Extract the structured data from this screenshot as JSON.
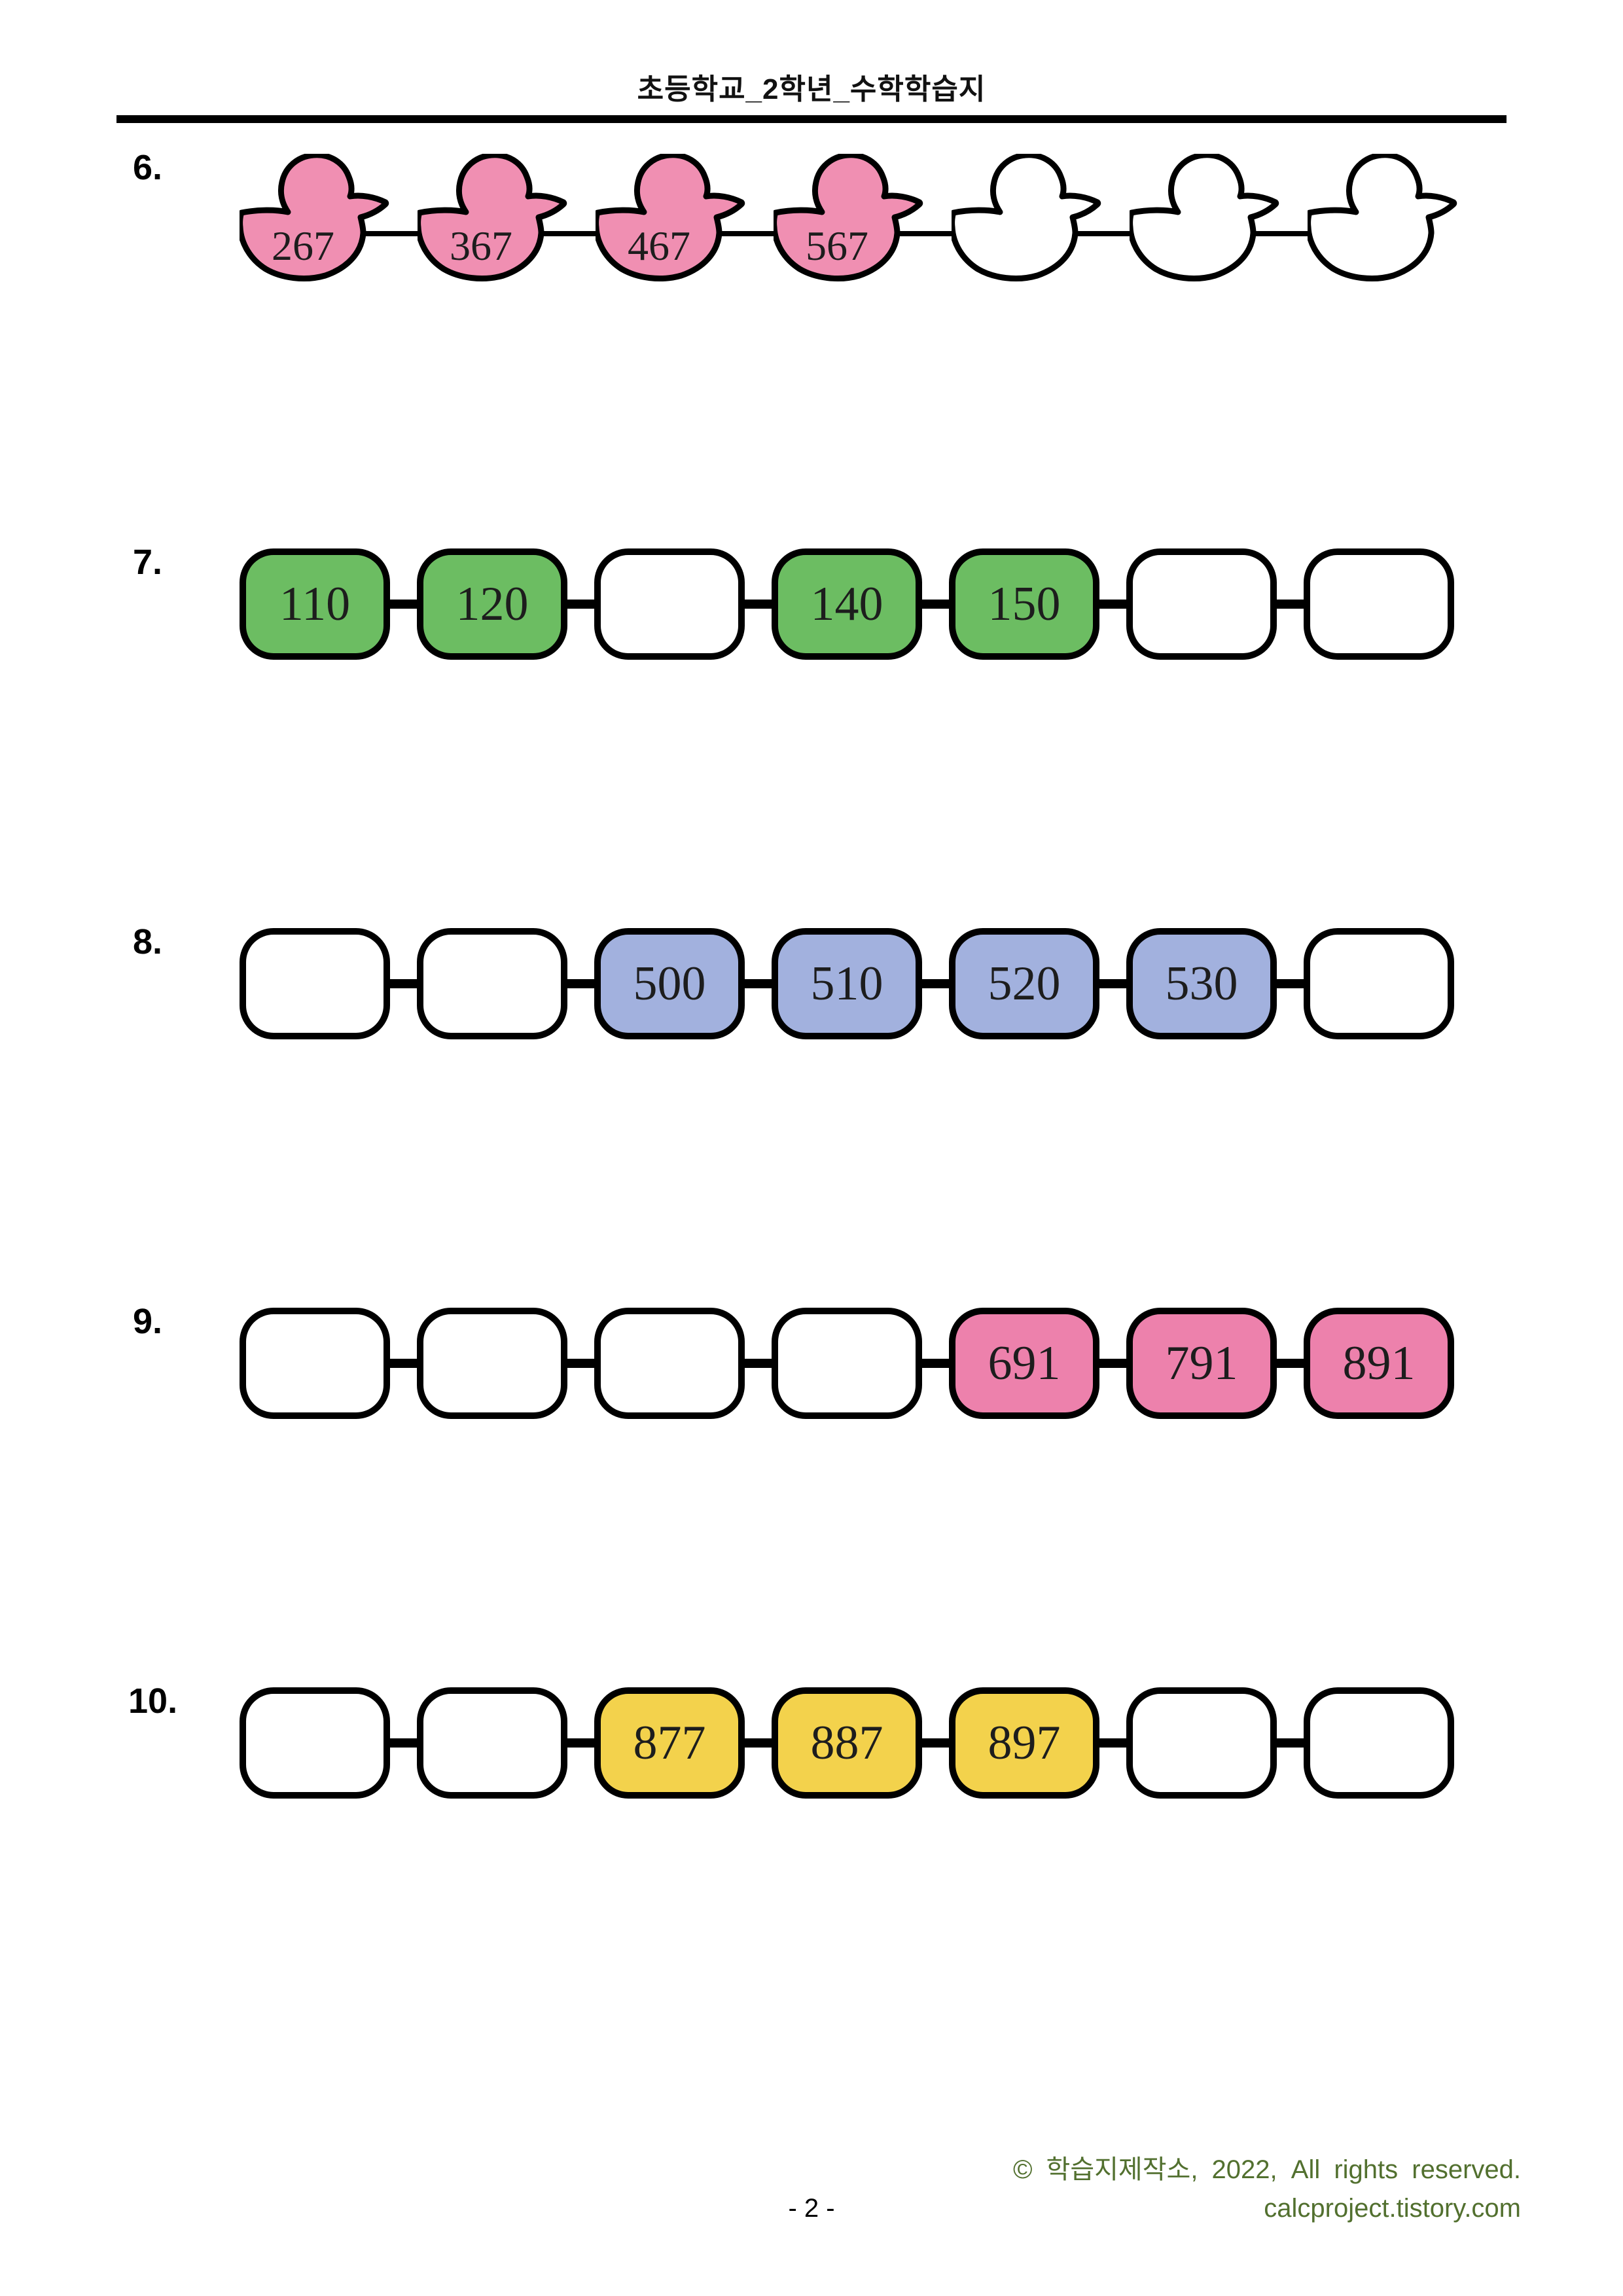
{
  "header": {
    "title": "초등학교_2학년_수학학습지"
  },
  "colors": {
    "duck_pink": "#f08fb2",
    "green": "#6cbd62",
    "blue": "#a2b1de",
    "pink": "#ed81ac",
    "yellow": "#f3d24c",
    "footer_green": "#52702f",
    "outline": "#000000"
  },
  "problems": [
    {
      "number": "6.",
      "shape": "duck",
      "cells": [
        {
          "value": "267",
          "filled": true
        },
        {
          "value": "367",
          "filled": true
        },
        {
          "value": "467",
          "filled": true
        },
        {
          "value": "567",
          "filled": true
        },
        {
          "value": "",
          "filled": false
        },
        {
          "value": "",
          "filled": false
        },
        {
          "value": "",
          "filled": false
        }
      ]
    },
    {
      "number": "7.",
      "shape": "box",
      "cells": [
        {
          "value": "110",
          "filled": true
        },
        {
          "value": "120",
          "filled": true
        },
        {
          "value": "",
          "filled": false
        },
        {
          "value": "140",
          "filled": true
        },
        {
          "value": "150",
          "filled": true
        },
        {
          "value": "",
          "filled": false
        },
        {
          "value": "",
          "filled": false
        }
      ]
    },
    {
      "number": "8.",
      "shape": "box",
      "cells": [
        {
          "value": "",
          "filled": false
        },
        {
          "value": "",
          "filled": false
        },
        {
          "value": "500",
          "filled": true
        },
        {
          "value": "510",
          "filled": true
        },
        {
          "value": "520",
          "filled": true
        },
        {
          "value": "530",
          "filled": true
        },
        {
          "value": "",
          "filled": false
        }
      ]
    },
    {
      "number": "9.",
      "shape": "box",
      "cells": [
        {
          "value": "",
          "filled": false
        },
        {
          "value": "",
          "filled": false
        },
        {
          "value": "",
          "filled": false
        },
        {
          "value": "",
          "filled": false
        },
        {
          "value": "691",
          "filled": true
        },
        {
          "value": "791",
          "filled": true
        },
        {
          "value": "891",
          "filled": true
        }
      ]
    },
    {
      "number": "10.",
      "shape": "box",
      "cells": [
        {
          "value": "",
          "filled": false
        },
        {
          "value": "",
          "filled": false
        },
        {
          "value": "877",
          "filled": true
        },
        {
          "value": "887",
          "filled": true
        },
        {
          "value": "897",
          "filled": true
        },
        {
          "value": "",
          "filled": false
        },
        {
          "value": "",
          "filled": false
        }
      ]
    }
  ],
  "footer": {
    "copyright": "© 학습지제작소, 2022, All rights reserved.",
    "site": "calcproject.tistory.com",
    "page": "- 2 -"
  }
}
